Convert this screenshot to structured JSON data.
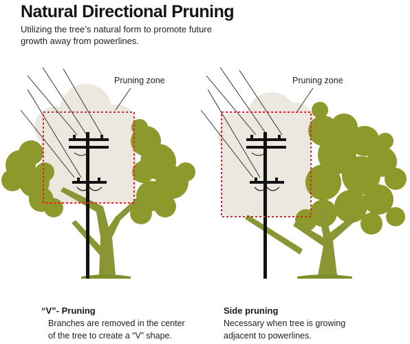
{
  "header": {
    "title": "Natural Directional Pruning",
    "subtitle": "Utilizing the tree’s natural form to promote future growth away from powerlines."
  },
  "left_panel": {
    "zone_label": "Pruning zone",
    "caption_title": "“V”- Pruning",
    "caption_line1": "Branches are removed in the center",
    "caption_line2": "of the tree to create a “V” shape."
  },
  "right_panel": {
    "zone_label": "Pruning zone",
    "caption_title": "Side pruning",
    "caption_line1": "Necessary when tree is growing",
    "caption_line2": "adjacent to powerlines."
  },
  "colors": {
    "foliage": "#8d9a2b",
    "trunk": "#8a9634",
    "pruned_zone": "#ece8df",
    "zone_border": "#e0222a",
    "pole": "#111111"
  }
}
